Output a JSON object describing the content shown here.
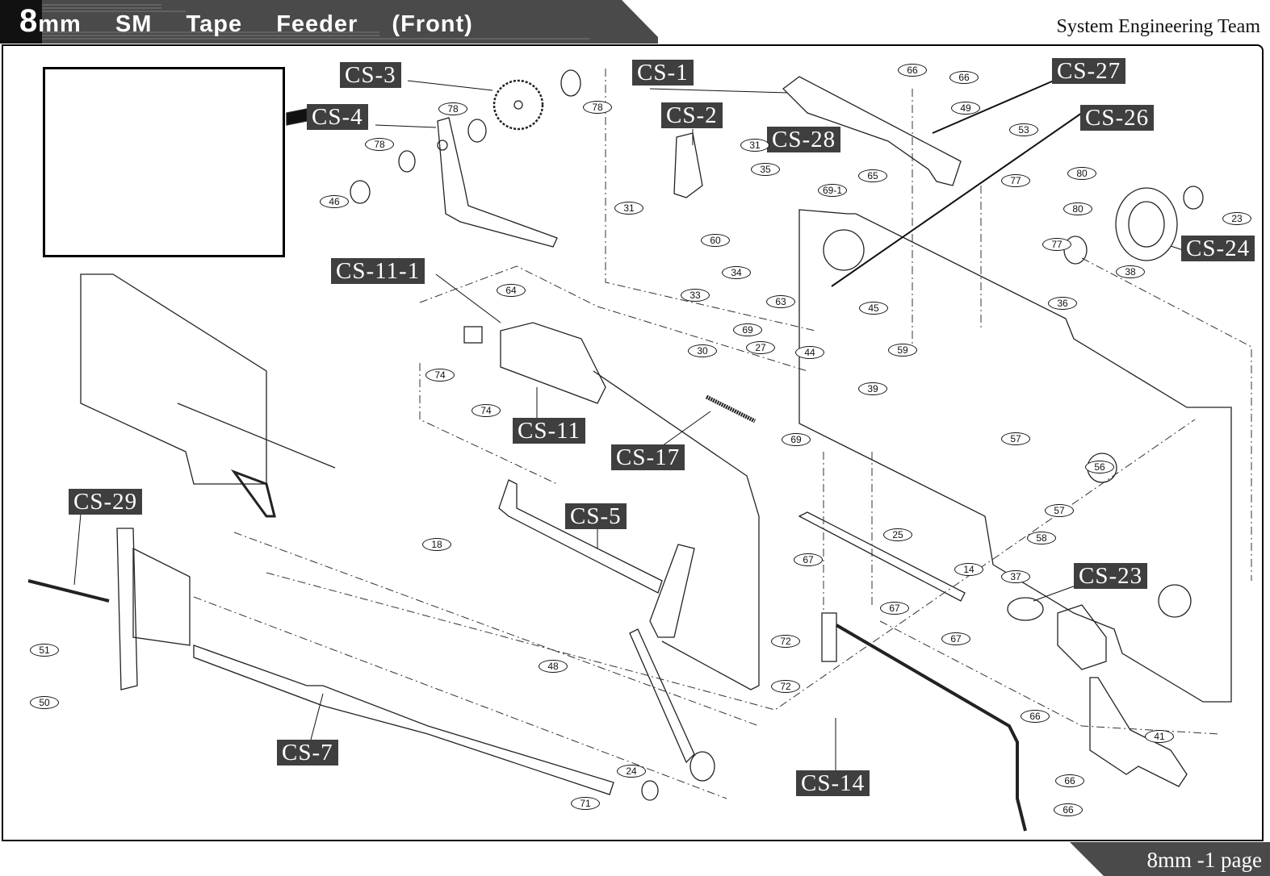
{
  "header": {
    "title_lead": "8",
    "title_rest": "mm  SM  Tape  Feeder  (Front)",
    "team": "System Engineering Team"
  },
  "footer": {
    "page_label": "8mm -1 page"
  },
  "callouts": {
    "cs1": "CS-1",
    "cs2": "CS-2",
    "cs3": "CS-3",
    "cs4": "CS-4",
    "cs5": "CS-5",
    "cs7": "CS-7",
    "cs11": "CS-11",
    "cs11_1": "CS-11-1",
    "cs14": "CS-14",
    "cs17": "CS-17",
    "cs23": "CS-23",
    "cs24": "CS-24",
    "cs26": "CS-26",
    "cs27": "CS-27",
    "cs28": "CS-28",
    "cs29": "CS-29"
  },
  "part_numbers": {
    "p78a": "78",
    "p78b": "78",
    "p78c": "78",
    "p46": "46",
    "p31a": "31",
    "p31b": "31",
    "p35": "35",
    "p65": "65",
    "p69_1": "69-1",
    "p60": "60",
    "p34": "34",
    "p33": "33",
    "p63": "63",
    "p69a": "69",
    "p27": "27",
    "p30": "30",
    "p44": "44",
    "p45": "45",
    "p59": "59",
    "p39": "39",
    "p69b": "69",
    "p66a": "66",
    "p66b": "66",
    "p49": "49",
    "p53": "53",
    "p77a": "77",
    "p80a": "80",
    "p80b": "80",
    "p77b": "77",
    "p23": "23",
    "p38": "38",
    "p36": "36",
    "p64": "64",
    "p74a": "74",
    "p74b": "74",
    "p57a": "57",
    "p56": "56",
    "p57b": "57",
    "p58": "58",
    "p14": "14",
    "p37": "37",
    "p25": "25",
    "p67a": "67",
    "p67b": "67",
    "p67c": "67",
    "p72a": "72",
    "p72b": "72",
    "p18": "18",
    "p48": "48",
    "p51": "51",
    "p50": "50",
    "p24": "24",
    "p71": "71",
    "p66c": "66",
    "p41": "41",
    "p66d": "66",
    "p66e": "66"
  }
}
